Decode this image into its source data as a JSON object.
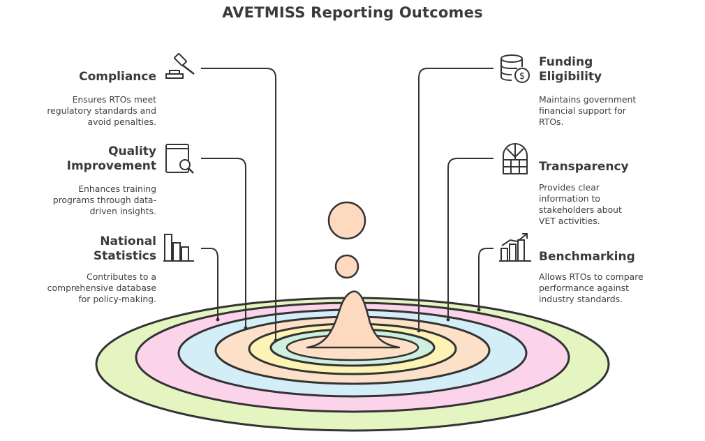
{
  "title": "AVETMISS Reporting Outcomes",
  "items": [
    {
      "heading": "Compliance",
      "description": "Ensures RTOs meet regulatory standards and avoid penalties.",
      "icon": "gavel-icon"
    },
    {
      "heading": "Quality Improvement",
      "description": "Enhances training programs through data-driven insights.",
      "icon": "book-magnifier-icon"
    },
    {
      "heading": "National Statistics",
      "description": "Contributes to a comprehensive database for policy-making.",
      "icon": "bar-chart-icon"
    },
    {
      "heading": "Funding Eligibility",
      "description": "Maintains government financial support for RTOs.",
      "icon": "coins-dollar-icon"
    },
    {
      "heading": "Transparency",
      "description": "Provides clear information to stakeholders about VET activities.",
      "icon": "window-icon"
    },
    {
      "heading": "Benchmarking",
      "description": "Allows RTOs to compare performance against industry standards.",
      "icon": "growth-chart-icon"
    }
  ],
  "colors": {
    "ring_green": "#e4f5c2",
    "ring_pink": "#fbd3ea",
    "ring_blue": "#d4eef8",
    "ring_peach": "#fde0c8",
    "ring_yellow": "#fdf3b5",
    "ring_mint": "#cdf0df",
    "drop": "#fdd9c0",
    "outline": "#333333"
  }
}
